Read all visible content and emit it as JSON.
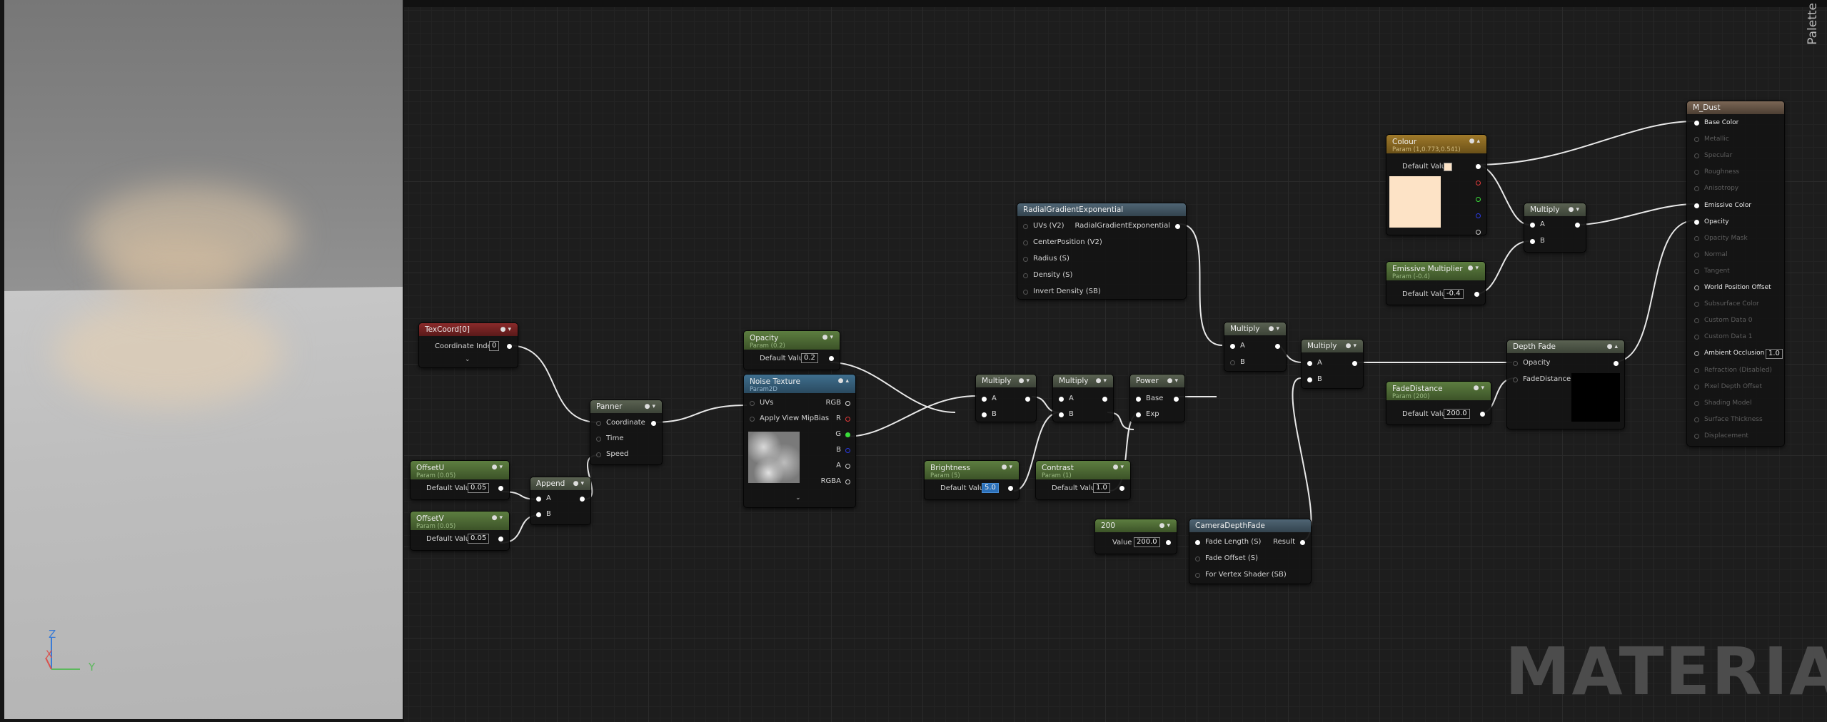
{
  "palette_label": "Palette",
  "watermark": "MATERIAL",
  "viewport": {
    "axis_z": "Z",
    "axis_x": "X",
    "axis_y": "Y"
  },
  "nodes": {
    "texcoord": {
      "title": "TexCoord[0]",
      "coord_label": "Coordinate Index",
      "coord_value": "0"
    },
    "offsetu": {
      "title": "OffsetU",
      "sub": "Param (0.05)",
      "dv_label": "Default Value",
      "value": "0.05"
    },
    "offsetv": {
      "title": "OffsetV",
      "sub": "Param (0.05)",
      "dv_label": "Default Value",
      "value": "0.05"
    },
    "append": {
      "title": "Append",
      "a": "A",
      "b": "B"
    },
    "panner": {
      "title": "Panner",
      "coordinate": "Coordinate",
      "time": "Time",
      "speed": "Speed"
    },
    "opacity": {
      "title": "Opacity",
      "sub": "Param (0.2)",
      "dv_label": "Default Value",
      "value": "0.2"
    },
    "noise": {
      "title": "Noise Texture",
      "sub": "Param2D",
      "uvs": "UVs",
      "mip": "Apply View MipBias",
      "rgb": "RGB",
      "r": "R",
      "g": "G",
      "b": "B",
      "a": "A",
      "rgba": "RGBA"
    },
    "multiply1": {
      "title": "Multiply",
      "a": "A",
      "b": "B"
    },
    "multiply2": {
      "title": "Multiply",
      "a": "A",
      "b": "B"
    },
    "power": {
      "title": "Power",
      "base": "Base",
      "exp": "Exp"
    },
    "brightness": {
      "title": "Brightness",
      "sub": "Param (5)",
      "dv_label": "Default Value",
      "value": "5.0"
    },
    "contrast": {
      "title": "Contrast",
      "sub": "Param (1)",
      "dv_label": "Default Value",
      "value": "1.0"
    },
    "radial": {
      "title": "RadialGradientExponential",
      "uvs": "UVs (V2)",
      "center": "CenterPosition (V2)",
      "radius": "Radius (S)",
      "density": "Density (S)",
      "invert": "Invert Density (SB)",
      "out": "RadialGradientExponential"
    },
    "multiply3": {
      "title": "Multiply",
      "a": "A",
      "b": "B"
    },
    "multiply4": {
      "title": "Multiply",
      "a": "A",
      "b": "B"
    },
    "const200": {
      "title": "200",
      "label": "Value",
      "value": "200.0"
    },
    "cameradepth": {
      "title": "CameraDepthFade",
      "fade_length": "Fade Length (S)",
      "fade_offset": "Fade Offset (S)",
      "vertex": "For Vertex Shader (SB)",
      "result": "Result"
    },
    "colour": {
      "title": "Colour",
      "sub": "Param (1,0.773,0.541)",
      "dv_label": "Default Value"
    },
    "emissive_mult": {
      "title": "Emissive Multiplier",
      "sub": "Param (-0.4)",
      "dv_label": "Default Value",
      "value": "-0.4"
    },
    "multiply5": {
      "title": "Multiply",
      "a": "A",
      "b": "B"
    },
    "fadedistance": {
      "title": "FadeDistance",
      "sub": "Param (200)",
      "dv_label": "Default Value",
      "value": "200.0"
    },
    "depthfade": {
      "title": "Depth Fade",
      "opacity": "Opacity",
      "fade": "FadeDistance"
    },
    "result": {
      "title": "M_Dust",
      "ao_value": "1.0",
      "pins": [
        "Base Color",
        "Metallic",
        "Specular",
        "Roughness",
        "Anisotropy",
        "Emissive Color",
        "Opacity",
        "Opacity Mask",
        "Normal",
        "Tangent",
        "World Position Offset",
        "Subsurface Color",
        "Custom Data 0",
        "Custom Data 1",
        "Ambient Occlusion",
        "Refraction (Disabled)",
        "Pixel Depth Offset",
        "Shading Model",
        "Surface Thickness",
        "Displacement"
      ]
    }
  },
  "colors": {
    "colour_param": "#fde3c6",
    "param_header": "#5d7e40",
    "texture_header": "#3f6f8e"
  }
}
